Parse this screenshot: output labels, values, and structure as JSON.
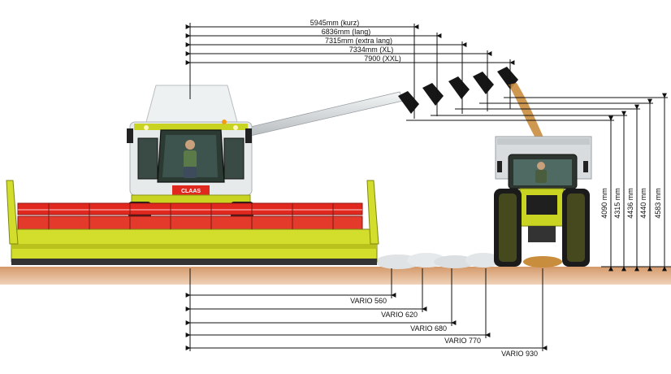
{
  "top_dimensions": [
    {
      "label": "5945mm (kurz)"
    },
    {
      "label": "6836mm (lang)"
    },
    {
      "label": "7315mm (extra lang)"
    },
    {
      "label": "7334mm (XL)"
    },
    {
      "label": "7900 (XXL)"
    }
  ],
  "height_dimensions": [
    {
      "label": "4090 mm"
    },
    {
      "label": "4315 mm"
    },
    {
      "label": "4436 mm"
    },
    {
      "label": "4440 mm"
    },
    {
      "label": "4583 mm"
    }
  ],
  "header_dimensions": [
    {
      "label": "VARIO 560"
    },
    {
      "label": "VARIO 620"
    },
    {
      "label": "VARIO 680"
    },
    {
      "label": "VARIO 770"
    },
    {
      "label": "VARIO 930"
    }
  ],
  "combine": {
    "brand": "CLAAS"
  },
  "colors": {
    "body_green": "#c9d422",
    "header_red": "#e0281f",
    "ground_brown": "#c68a5b",
    "grain": "#c98d3e",
    "cab_white": "#e9ecee"
  }
}
